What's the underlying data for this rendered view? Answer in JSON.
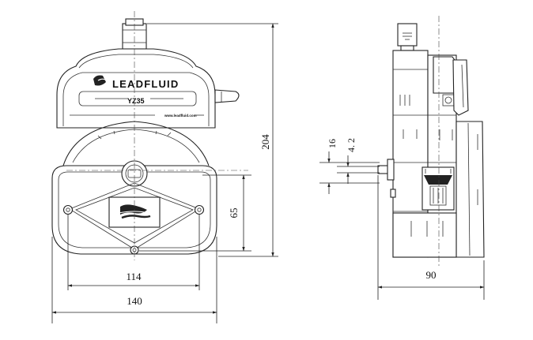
{
  "front_view": {
    "brand_text": "LEADFLUID",
    "model_text": "YZ35",
    "web_text": "www.leadfluid.com"
  },
  "dimensions": {
    "height_total": "204",
    "height_lower": "65",
    "width_holes": "114",
    "width_total": "140",
    "side_depth": "90",
    "tube_outer": "16",
    "tube_inner": "4. 2"
  },
  "colors": {
    "line": "#222222",
    "background": "#ffffff"
  }
}
